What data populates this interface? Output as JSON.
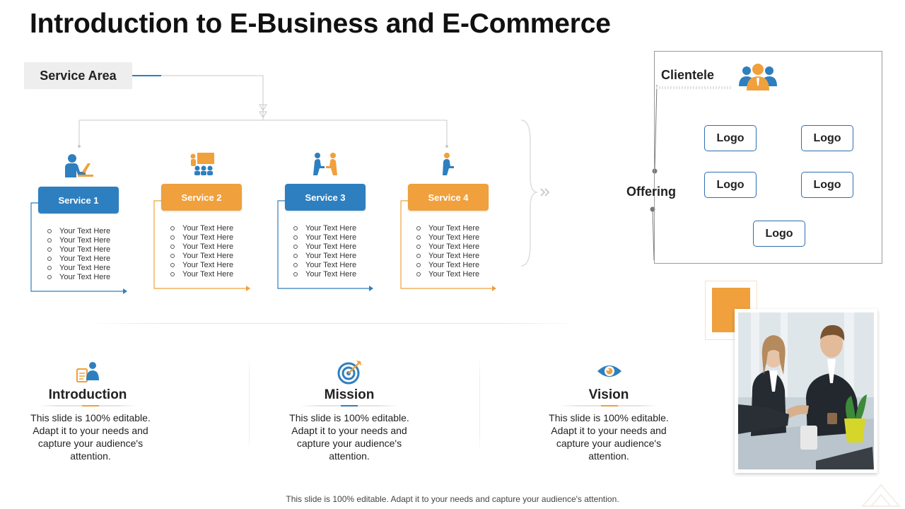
{
  "slide": {
    "title": "Introduction to E-Business and E-Commerce",
    "footer": "This slide is 100% editable. Adapt it to your needs and capture your audience's attention."
  },
  "service_area": {
    "label": "Service Area"
  },
  "services": [
    {
      "label": "Service 1",
      "icon": "person-laptop-icon",
      "items": [
        "Your Text Here",
        "Your Text Here",
        "Your Text Here",
        "Your Text Here",
        "Your Text Here",
        "Your Text Here"
      ]
    },
    {
      "label": "Service 2",
      "icon": "presentation-audience-icon",
      "items": [
        "Your Text Here",
        "Your Text Here",
        "Your Text Here",
        "Your Text Here",
        "Your Text Here",
        "Your Text Here"
      ]
    },
    {
      "label": "Service 3",
      "icon": "two-people-desks-icon",
      "items": [
        "Your Text Here",
        "Your Text Here",
        "Your Text Here",
        "Your Text Here",
        "Your Text Here",
        "Your Text Here"
      ]
    },
    {
      "label": "Service 4",
      "icon": "person-desk-icon",
      "items": [
        "Your Text Here",
        "Your Text Here",
        "Your Text Here",
        "Your Text Here",
        "Your Text Here",
        "Your Text Here"
      ]
    }
  ],
  "clientele": {
    "label": "Clientele",
    "icon": "team-group-icon",
    "offering_label": "Offering",
    "logos": [
      "Logo",
      "Logo",
      "Logo",
      "Logo",
      "Logo"
    ]
  },
  "sections": [
    {
      "title": "Introduction",
      "icon": "user-document-icon",
      "text": "This slide is 100% editable. Adapt it to your needs and capture your audience's attention."
    },
    {
      "title": "Mission",
      "icon": "target-arrow-icon",
      "text": "This slide is 100% editable. Adapt it to your needs and capture your audience's attention."
    },
    {
      "title": "Vision",
      "icon": "eye-icon",
      "text": "This slide is 100% editable. Adapt it to your needs and capture your audience's attention."
    }
  ],
  "photo": {
    "icon": "business-handshake-photo"
  },
  "colors": {
    "blue": "#2e7fbf",
    "orange": "#f0a03c",
    "dark": "#222222"
  }
}
